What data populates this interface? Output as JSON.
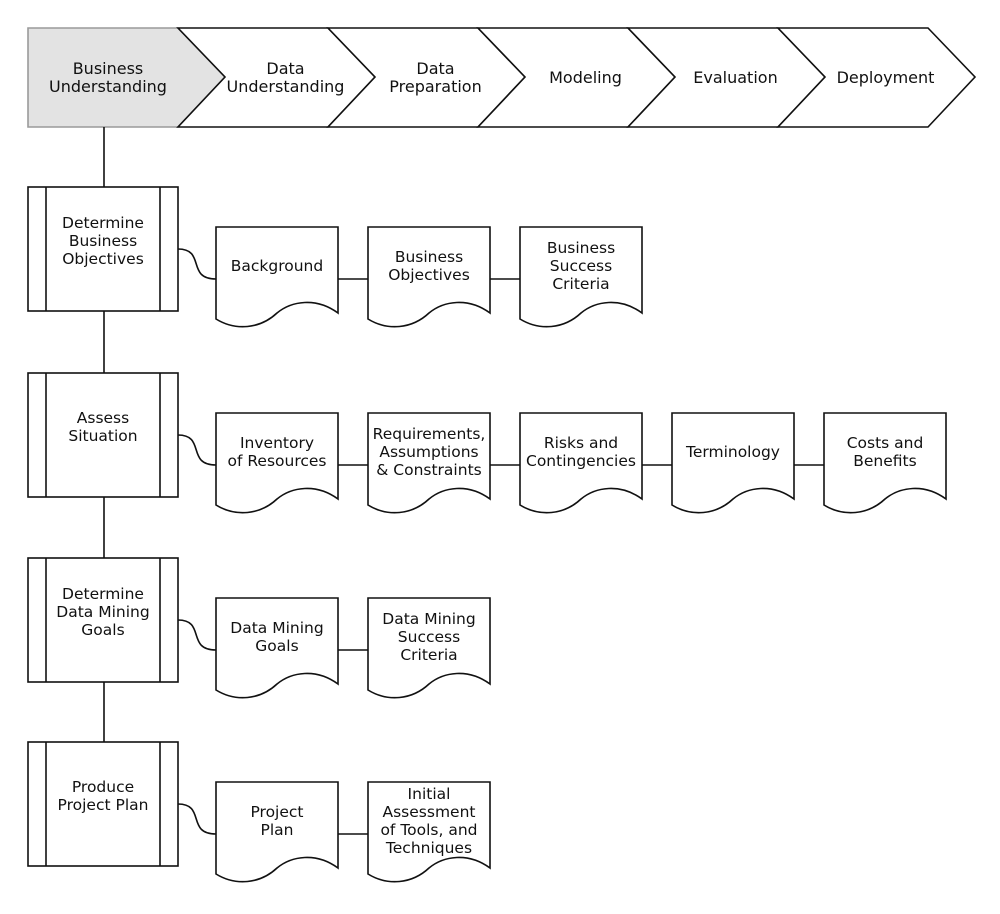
{
  "phases": [
    {
      "id": "business-understanding",
      "label": "Business\nUnderstanding",
      "active": true
    },
    {
      "id": "data-understanding",
      "label": "Data\nUnderstanding",
      "active": false
    },
    {
      "id": "data-preparation",
      "label": "Data\nPreparation",
      "active": false
    },
    {
      "id": "modeling",
      "label": "Modeling",
      "active": false
    },
    {
      "id": "evaluation",
      "label": "Evaluation",
      "active": false
    },
    {
      "id": "deployment",
      "label": "Deployment",
      "active": false
    }
  ],
  "tasks": [
    {
      "id": "determine-business-objectives",
      "label": "Determine\nBusiness\nObjectives",
      "outputs": [
        {
          "id": "background",
          "label": "Background"
        },
        {
          "id": "business-objectives",
          "label": "Business\nObjectives"
        },
        {
          "id": "business-success-criteria",
          "label": "Business\nSuccess\nCriteria"
        }
      ]
    },
    {
      "id": "assess-situation",
      "label": "Assess\nSituation",
      "outputs": [
        {
          "id": "inventory-of-resources",
          "label": "Inventory\nof Resources"
        },
        {
          "id": "requirements-assumptions-constraints",
          "label": "Requirements,\nAssumptions\n& Constraints"
        },
        {
          "id": "risks-and-contingencies",
          "label": "Risks and\nContingencies"
        },
        {
          "id": "terminology",
          "label": "Terminology"
        },
        {
          "id": "costs-and-benefits",
          "label": "Costs and\nBenefits"
        }
      ]
    },
    {
      "id": "determine-data-mining-goals",
      "label": "Determine\nData Mining\nGoals",
      "outputs": [
        {
          "id": "data-mining-goals",
          "label": "Data Mining\nGoals"
        },
        {
          "id": "data-mining-success-criteria",
          "label": "Data Mining\nSuccess\nCriteria"
        }
      ]
    },
    {
      "id": "produce-project-plan",
      "label": "Produce\nProject Plan",
      "outputs": [
        {
          "id": "project-plan",
          "label": "Project\nPlan"
        },
        {
          "id": "initial-assessment-of-tools",
          "label": "Initial\nAssessment\nof Tools, and\nTechniques"
        }
      ]
    }
  ],
  "colors": {
    "stroke": "#111111",
    "active_phase_fill": "#e3e3e3",
    "active_phase_stroke": "#9a9a9a",
    "fill": "#ffffff"
  }
}
